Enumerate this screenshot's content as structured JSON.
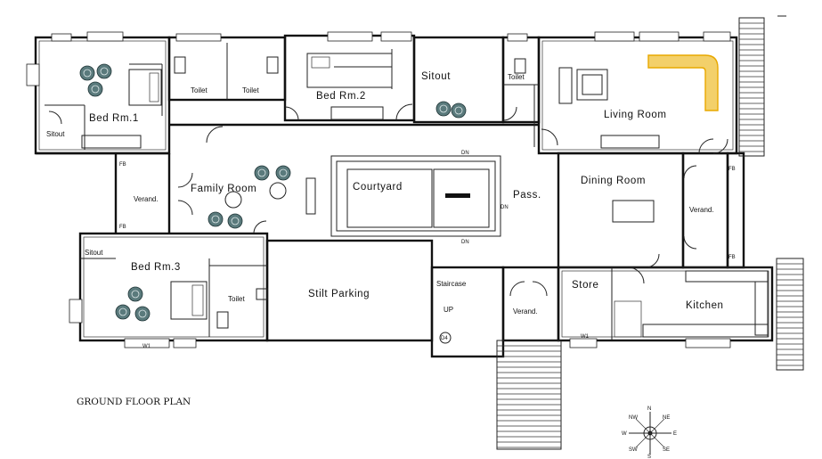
{
  "plan": {
    "title": "GROUND FLOOR PLAN",
    "rooms": {
      "bed1": "Bed Rm.1",
      "bed2": "Bed Rm.2",
      "bed3": "Bed Rm.3",
      "living": "Living Room",
      "family": "Family Room",
      "courtyard": "Courtyard",
      "dining": "Dining Room",
      "stilt": "Stilt Parking",
      "store": "Store",
      "kitchen": "Kitchen",
      "staircase": "Staircase"
    },
    "small": {
      "sitout": "Sitout",
      "toilet": "Toilet",
      "veranda": "Verand.",
      "pass": "Pass.",
      "fb": "FB",
      "dn": "DN",
      "up": "UP",
      "w1": "W1",
      "d4": "D4"
    },
    "compass": {
      "n": "N",
      "s": "S",
      "e": "E",
      "w": "W",
      "ne": "NE",
      "nw": "NW",
      "se": "SE",
      "sw": "SW"
    }
  }
}
